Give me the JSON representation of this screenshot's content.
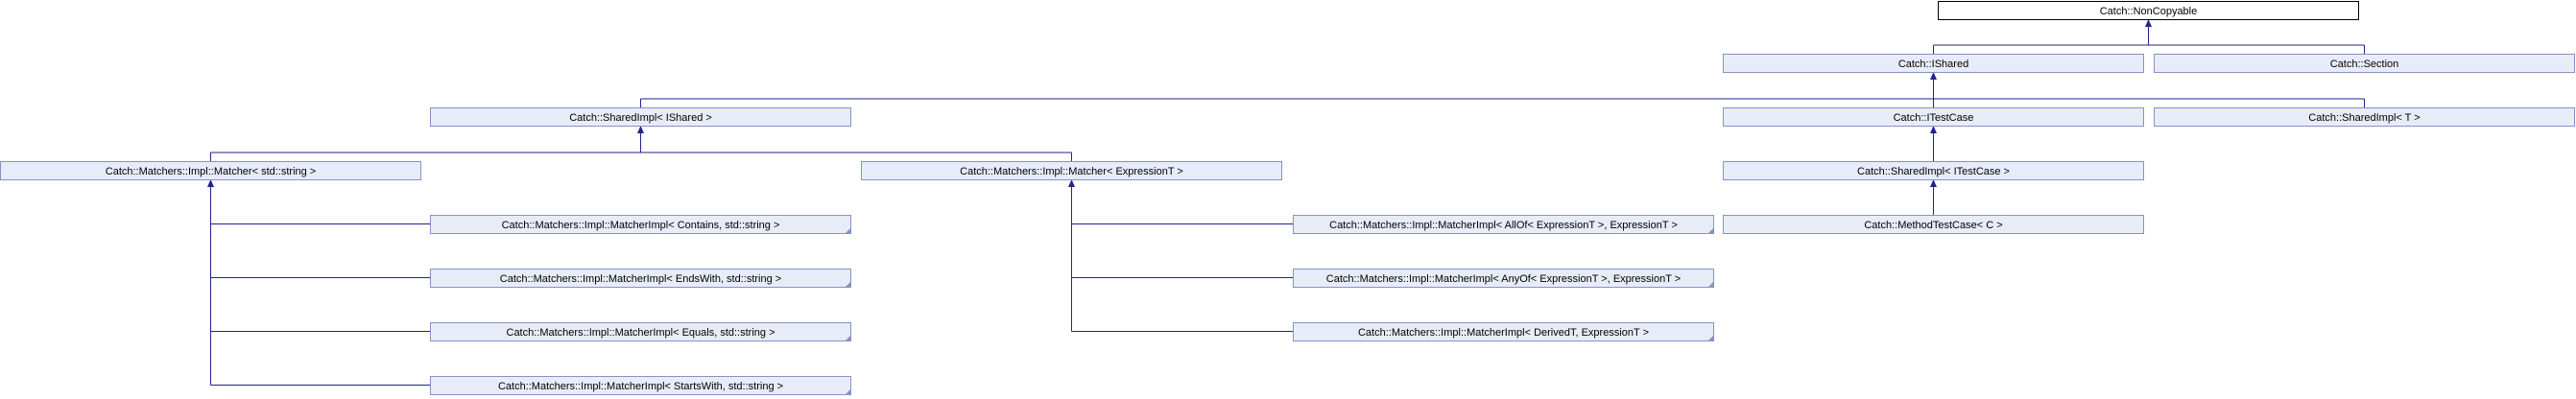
{
  "diagram": {
    "type": "class-inheritance-graph",
    "nodes": [
      {
        "id": "noncopyable",
        "label": "Catch::NonCopyable"
      },
      {
        "id": "ishared",
        "label": "Catch::IShared"
      },
      {
        "id": "section",
        "label": "Catch::Section"
      },
      {
        "id": "sharedimpl_ishared",
        "label": "Catch::SharedImpl< IShared >"
      },
      {
        "id": "itestcase",
        "label": "Catch::ITestCase"
      },
      {
        "id": "sharedimpl_t",
        "label": "Catch::SharedImpl< T >"
      },
      {
        "id": "matcher_string",
        "label": "Catch::Matchers::Impl::Matcher< std::string >"
      },
      {
        "id": "matcher_expr",
        "label": "Catch::Matchers::Impl::Matcher< ExpressionT >"
      },
      {
        "id": "sharedimpl_itestcase",
        "label": "Catch::SharedImpl< ITestCase >"
      },
      {
        "id": "mi_contains",
        "label": "Catch::Matchers::Impl::MatcherImpl< Contains, std::string >"
      },
      {
        "id": "mi_allof",
        "label": "Catch::Matchers::Impl::MatcherImpl< AllOf< ExpressionT >, ExpressionT >"
      },
      {
        "id": "methodtestcase",
        "label": "Catch::MethodTestCase< C >"
      },
      {
        "id": "mi_endswith",
        "label": "Catch::Matchers::Impl::MatcherImpl< EndsWith, std::string >"
      },
      {
        "id": "mi_anyof",
        "label": "Catch::Matchers::Impl::MatcherImpl< AnyOf< ExpressionT >, ExpressionT >"
      },
      {
        "id": "mi_equals",
        "label": "Catch::Matchers::Impl::MatcherImpl< Equals, std::string >"
      },
      {
        "id": "mi_derived",
        "label": "Catch::Matchers::Impl::MatcherImpl< DerivedT, ExpressionT >"
      },
      {
        "id": "mi_startswith",
        "label": "Catch::Matchers::Impl::MatcherImpl< StartsWith, std::string >"
      }
    ],
    "edges": [
      {
        "from": "ishared",
        "to": "noncopyable"
      },
      {
        "from": "section",
        "to": "noncopyable"
      },
      {
        "from": "sharedimpl_ishared",
        "to": "ishared"
      },
      {
        "from": "itestcase",
        "to": "ishared"
      },
      {
        "from": "sharedimpl_t",
        "to": "ishared"
      },
      {
        "from": "matcher_string",
        "to": "sharedimpl_ishared"
      },
      {
        "from": "matcher_expr",
        "to": "sharedimpl_ishared"
      },
      {
        "from": "sharedimpl_itestcase",
        "to": "itestcase"
      },
      {
        "from": "methodtestcase",
        "to": "sharedimpl_itestcase"
      },
      {
        "from": "mi_contains",
        "to": "matcher_string"
      },
      {
        "from": "mi_endswith",
        "to": "matcher_string"
      },
      {
        "from": "mi_equals",
        "to": "matcher_string"
      },
      {
        "from": "mi_startswith",
        "to": "matcher_string"
      },
      {
        "from": "mi_allof",
        "to": "matcher_expr"
      },
      {
        "from": "mi_anyof",
        "to": "matcher_expr"
      },
      {
        "from": "mi_derived",
        "to": "matcher_expr"
      }
    ],
    "colors": {
      "node_fill": "#e8ecf8",
      "node_border": "#8792c2",
      "root_fill": "#ffffff",
      "root_border": "#000000",
      "edge": "#23238e"
    }
  }
}
